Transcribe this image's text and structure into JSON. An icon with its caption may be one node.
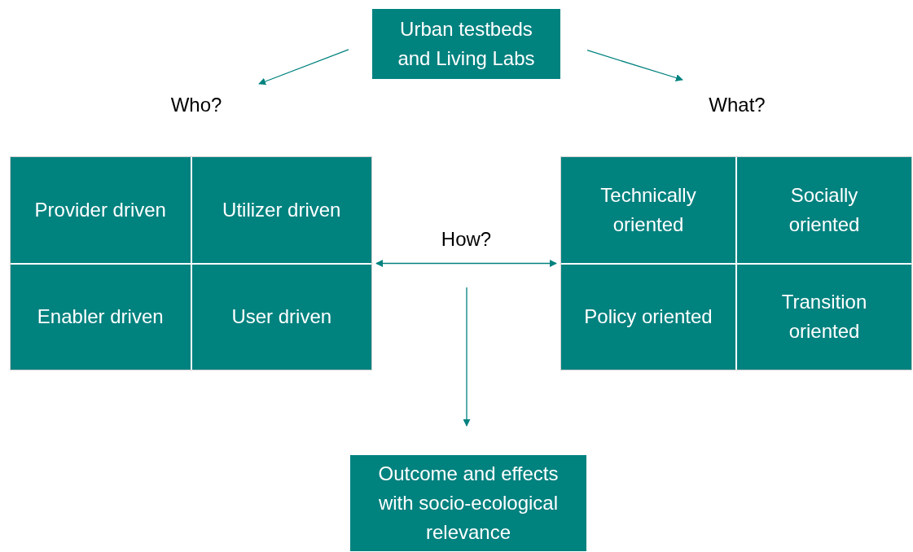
{
  "diagram": {
    "nodes": [
      {
        "text": [
          "Urban testbeds and Living Labs"
        ]
      },
      {
        "text": [
          "Who?"
        ]
      },
      {
        "text": [
          "What?"
        ]
      },
      {
        "text": [],
        "shape": "box"
      },
      {
        "text": [
          "Provider driven"
        ],
        "in": 3
      },
      {
        "text": [
          "Utilizer driven"
        ],
        "in": 3
      },
      {
        "text": [
          "Enabler driven"
        ],
        "in": 3
      },
      {
        "text": [
          "User driven"
        ],
        "in": 3
      },
      {
        "text": [],
        "shape": "box"
      },
      {
        "text": [
          "Technically oriented"
        ],
        "in": 8
      },
      {
        "text": [
          "Socially oriented"
        ],
        "in": 8
      },
      {
        "text": [
          "Policy oriented"
        ],
        "in": 8
      },
      {
        "text": [
          "Transition oriented"
        ],
        "in": 8
      },
      {
        "text": [
          "Outcome and effects with socio-ecological relevance"
        ]
      }
    ],
    "edges": [
      {
        "from": 0,
        "to": 1,
        "arrow": "to"
      },
      {
        "from": 0,
        "to": 2,
        "arrow": "to"
      },
      {
        "from": 3,
        "to": 8,
        "arrow": "both",
        "label": "How?"
      },
      {
        "from": null,
        "to": 13,
        "arrow": "to"
      }
    ]
  }
}
